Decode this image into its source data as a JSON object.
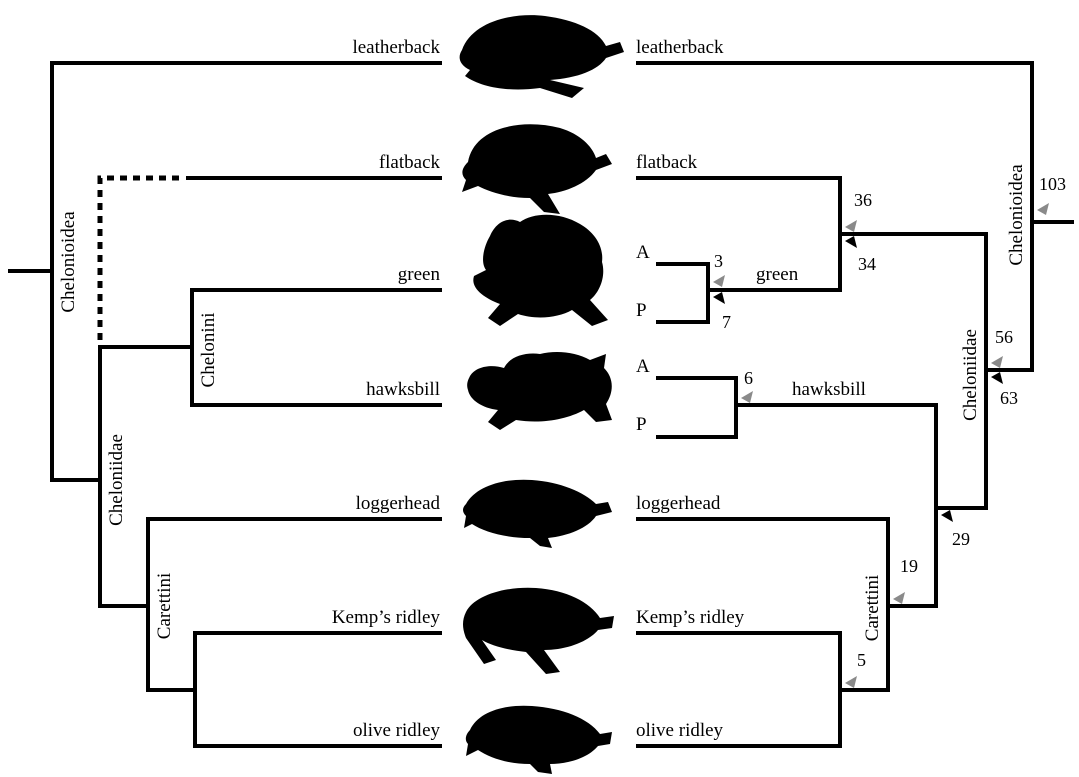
{
  "left_tree": {
    "taxa": {
      "leatherback": "leatherback",
      "flatback": "flatback",
      "green": "green",
      "hawksbill": "hawksbill",
      "loggerhead": "loggerhead",
      "kemps": "Kemp’s ridley",
      "olive": "olive ridley"
    },
    "clades": {
      "chelonioidea": "Chelonioidea",
      "cheloniidae": "Cheloniidae",
      "chelonini": "Chelonini",
      "carettini": "Carettini"
    }
  },
  "right_tree": {
    "taxa": {
      "leatherback": "leatherback",
      "flatback": "flatback",
      "green": "green",
      "hawksbill": "hawksbill",
      "loggerhead": "loggerhead",
      "kemps": "Kemp’s ridley",
      "olive": "olive ridley"
    },
    "subclades": {
      "green_a": "A",
      "green_p": "P",
      "hawksbill_a": "A",
      "hawksbill_p": "P"
    },
    "clades": {
      "chelonioidea": "Chelonioidea",
      "cheloniidae": "Cheloniidae",
      "carettini": "Carettini"
    },
    "node_values": {
      "green_grey": "3",
      "green_black": "7",
      "hawksbill": "6",
      "flatback_green_grey": "36",
      "flatback_green_black": "34",
      "chelonioidea": "103",
      "cheloniidae_grey": "56",
      "cheloniidae_black": "63",
      "hawks_caretti": "29",
      "carettini": "19",
      "ridleys": "5"
    }
  }
}
